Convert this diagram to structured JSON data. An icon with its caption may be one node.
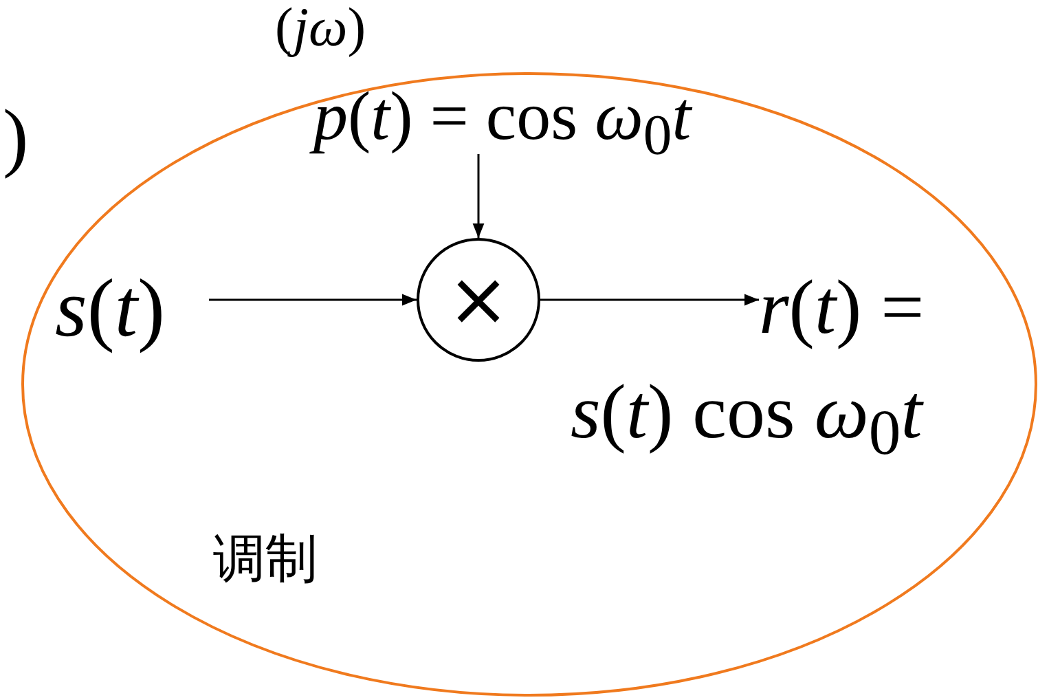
{
  "diagram": {
    "nodes": [
      {
        "text": [
          "调制"
        ]
      },
      {
        "text": [
          "*s*(*t*)"
        ],
        "in": 0
      },
      {
        "text": [
          "×"
        ],
        "in": 0
      },
      {
        "text": [
          "*p*(*t*) = cos *ω*$_{0}$*t*"
        ],
        "in": 0
      },
      {
        "text": [
          "*r*(*t*) ="
        ],
        "beside": [
          "*s*(*t*) cos *ω*$_{0}$*t*"
        ],
        "in": 0
      }
    ],
    "edges": [
      {
        "from": 1,
        "to": 2,
        "arrow": "to"
      },
      {
        "from": 3,
        "to": 2,
        "arrow": "to"
      },
      {
        "from": 2,
        "to": 4,
        "arrow": "to"
      }
    ],
    "labels": [
      "(*jω*)",
      ")"
    ]
  }
}
